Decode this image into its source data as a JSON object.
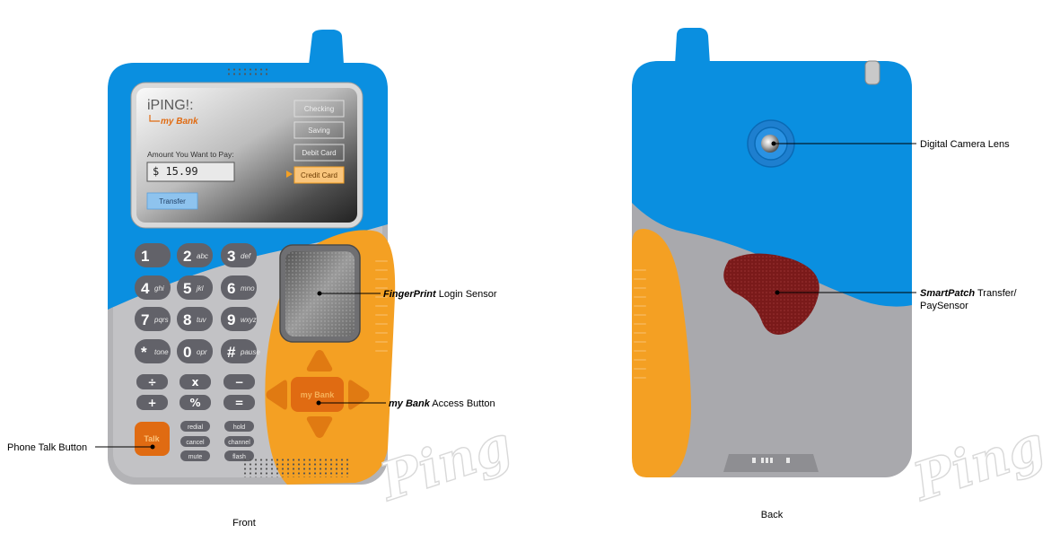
{
  "colors": {
    "blue": "#0a8fe0",
    "orange": "#f4a023",
    "gray_body": "#b3b3b6",
    "key_dark": "#626269",
    "fingerprint_red": "#7a1a1a",
    "screen_accent": "#e06b12"
  },
  "front": {
    "caption": "Front",
    "screen": {
      "title": "iPING!:",
      "subtitle": "my Bank",
      "amount_label": "Amount You Want to Pay:",
      "amount_value": "$ 15.99",
      "transfer_label": "Transfer",
      "options": [
        "Checking",
        "Saving",
        "Debit Card",
        "Credit Card"
      ],
      "selected_option": "Credit Card"
    },
    "keypad": [
      {
        "num": "1",
        "letters": ""
      },
      {
        "num": "2",
        "letters": "abc"
      },
      {
        "num": "3",
        "letters": "def"
      },
      {
        "num": "4",
        "letters": "ghi"
      },
      {
        "num": "5",
        "letters": "jkl"
      },
      {
        "num": "6",
        "letters": "mno"
      },
      {
        "num": "7",
        "letters": "pqrs"
      },
      {
        "num": "8",
        "letters": "tuv"
      },
      {
        "num": "9",
        "letters": "wxyz"
      },
      {
        "num": "*",
        "letters": "tone"
      },
      {
        "num": "0",
        "letters": "opr"
      },
      {
        "num": "#",
        "letters": "pause"
      }
    ],
    "operators": [
      "÷",
      "x",
      "−",
      "+",
      "%",
      "="
    ],
    "function_keys": [
      "redial",
      "hold",
      "cancel",
      "channel",
      "mute",
      "flash"
    ],
    "talk_label": "Talk",
    "nav_label": "my Bank",
    "callouts": {
      "fingerprint_bold": "FingerPrint",
      "fingerprint_rest": " Login Sensor",
      "mybank_bold": "my Bank",
      "mybank_rest": " Access Button",
      "talk": "Phone Talk Button"
    }
  },
  "back": {
    "caption": "Back",
    "callouts": {
      "camera": "Digital Camera Lens",
      "smartpatch_bold": "SmartPatch",
      "smartpatch_rest": " Transfer/",
      "smartpatch_line2": "PaySensor"
    }
  },
  "logo_text": "Ping"
}
